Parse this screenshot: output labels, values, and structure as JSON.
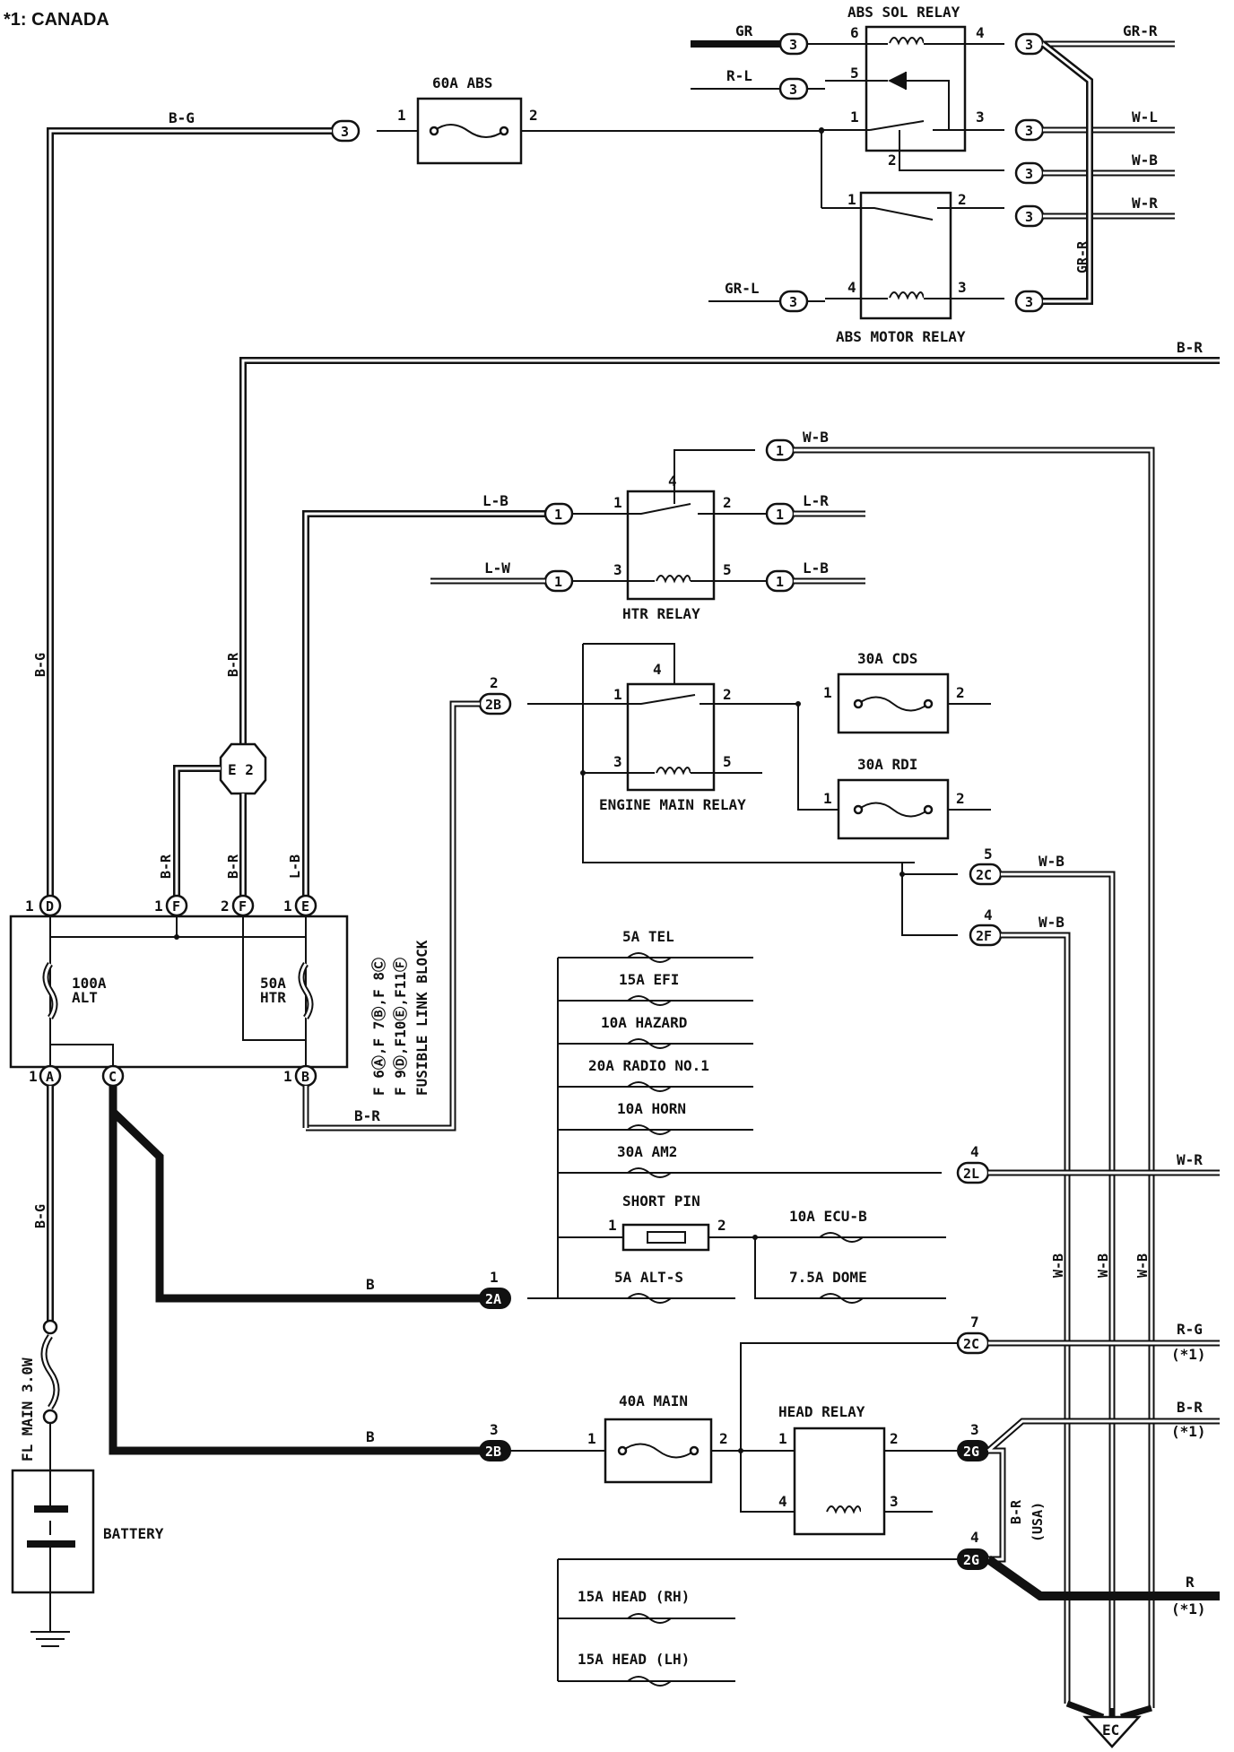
{
  "note": "*1: CANADA",
  "components": {
    "abs_sol_relay": "ABS SOL RELAY",
    "abs_motor_relay": "ABS MOTOR RELAY",
    "fuse_60a_abs": "60A ABS",
    "htr_relay": "HTR RELAY",
    "engine_main_relay": "ENGINE MAIN RELAY",
    "fuse_30a_cds": "30A CDS",
    "fuse_30a_rdi": "30A RDI",
    "fusible_link_block": "FUSIBLE LINK BLOCK",
    "fusible_link_codes_1": "F 6Ⓐ,F 7Ⓑ,F 8Ⓒ",
    "fusible_link_codes_2": "F 9Ⓓ,F10Ⓔ,F11Ⓕ",
    "fuse_100a_alt_1": "100A",
    "fuse_100a_alt_2": "ALT",
    "fuse_50a_htr_1": "50A",
    "fuse_50a_htr_2": "HTR",
    "fuse_5a_tel": "5A TEL",
    "fuse_15a_efi": "15A EFI",
    "fuse_10a_hazard": "10A HAZARD",
    "fuse_20a_radio": "20A RADIO NO.1",
    "fuse_10a_horn": "10A HORN",
    "fuse_30a_am2": "30A AM2",
    "short_pin": "SHORT PIN",
    "fuse_10a_ecub": "10A ECU-B",
    "fuse_5a_alts": "5A ALT-S",
    "fuse_75a_dome": "7.5A DOME",
    "fuse_40a_main": "40A MAIN",
    "head_relay": "HEAD RELAY",
    "fuse_15a_head_rh": "15A HEAD (RH)",
    "fuse_15a_head_lh": "15A HEAD (LH)",
    "fl_main": "FL MAIN 3.0W",
    "battery": "BATTERY",
    "ground_ec": "EC",
    "junction_e2": "E 2"
  },
  "wires": {
    "gr": "GR",
    "r_l": "R-L",
    "gr_r": "GR-R",
    "w_l": "W-L",
    "w_b": "W-B",
    "w_r": "W-R",
    "gr_l": "GR-L",
    "b_g": "B-G",
    "b_r": "B-R",
    "l_b": "L-B",
    "l_r": "L-R",
    "l_w": "L-W",
    "b": "B",
    "r_g": "R-G",
    "r": "R",
    "usa": "(USA)",
    "star1": "(*1)"
  },
  "connectors": {
    "c3": "3",
    "c1": "1",
    "c2b": "2B",
    "c2c": "2C",
    "c2f": "2F",
    "c2l": "2L",
    "c2a": "2A",
    "c2g": "2G",
    "d": "D",
    "f": "F",
    "e": "E",
    "a": "A",
    "c": "C",
    "bb": "B"
  },
  "pins": {
    "p1": "1",
    "p2": "2",
    "p3": "3",
    "p4": "4",
    "p5": "5",
    "p6": "6",
    "p7": "7"
  }
}
